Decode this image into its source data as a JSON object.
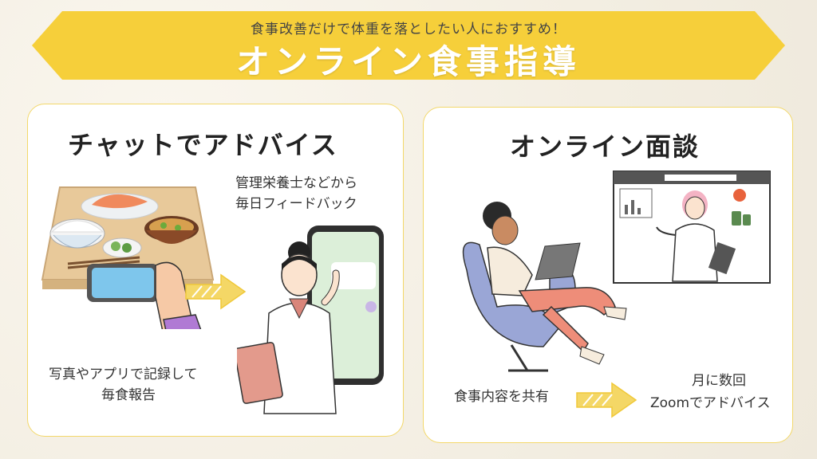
{
  "banner": {
    "subtitle": "食事改善だけで体重を落としたい人におすすめ！",
    "title": "オンライン食事指導"
  },
  "left_card": {
    "title": "チャットでアドバイス",
    "advice_note_line1": "管理栄養士などから",
    "advice_note_line2": "毎日フィードバック",
    "record_note_line1": "写真やアプリで記録して",
    "record_note_line2": "毎食報告"
  },
  "right_card": {
    "title": "オンライン面談",
    "share_note": "食事内容を共有",
    "advice_note_line1": "月に数回",
    "advice_note_line2": "Zoomでアドバイス"
  },
  "colors": {
    "banner": "#f6cf3a",
    "card_border": "#f3d86a",
    "arrow": "#f4d766",
    "chair": "#9aa6d6",
    "phone_screen": "#dcefd9"
  }
}
